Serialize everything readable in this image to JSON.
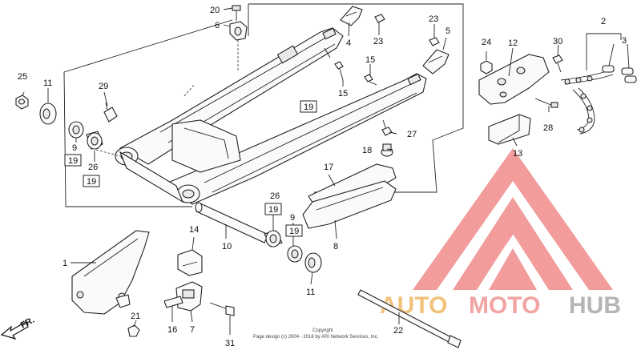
{
  "labels": {
    "c1": "1",
    "c2": "2",
    "c3a": "3",
    "c3b": "3",
    "c4": "4",
    "c5": "5",
    "c6": "6",
    "c7": "7",
    "c8": "8",
    "c9a": "9",
    "c9b": "9",
    "c10": "10",
    "c11a": "11",
    "c11b": "11",
    "c12": "12",
    "c13": "13",
    "c14": "14",
    "c15a": "15",
    "c15b": "15",
    "c16": "16",
    "c17": "17",
    "c18": "18",
    "c20": "20",
    "c21": "21",
    "c22": "22",
    "c23a": "23",
    "c23b": "23",
    "c24": "24",
    "c25": "25",
    "c26a": "26",
    "c26b": "26",
    "c27": "27",
    "c28": "28",
    "c29": "29",
    "c30": "30",
    "c31": "31",
    "b19a": "19",
    "b19b": "19",
    "b19c": "19",
    "b19d": "19",
    "b19e": "19"
  },
  "direction": "FR.",
  "copyright": {
    "line1": "Copyright",
    "line2": "Page design (c) 2004 - 2016 by ARI Network Services, Inc."
  },
  "watermark": {
    "auto": "AUTO",
    "moto": "MOTO",
    "hub": "HUB",
    "colors": {
      "triangle": "#f08b8b",
      "auto": "#f2c27a",
      "moto": "#f2a3a3",
      "hub": "#b5b5b5"
    }
  }
}
